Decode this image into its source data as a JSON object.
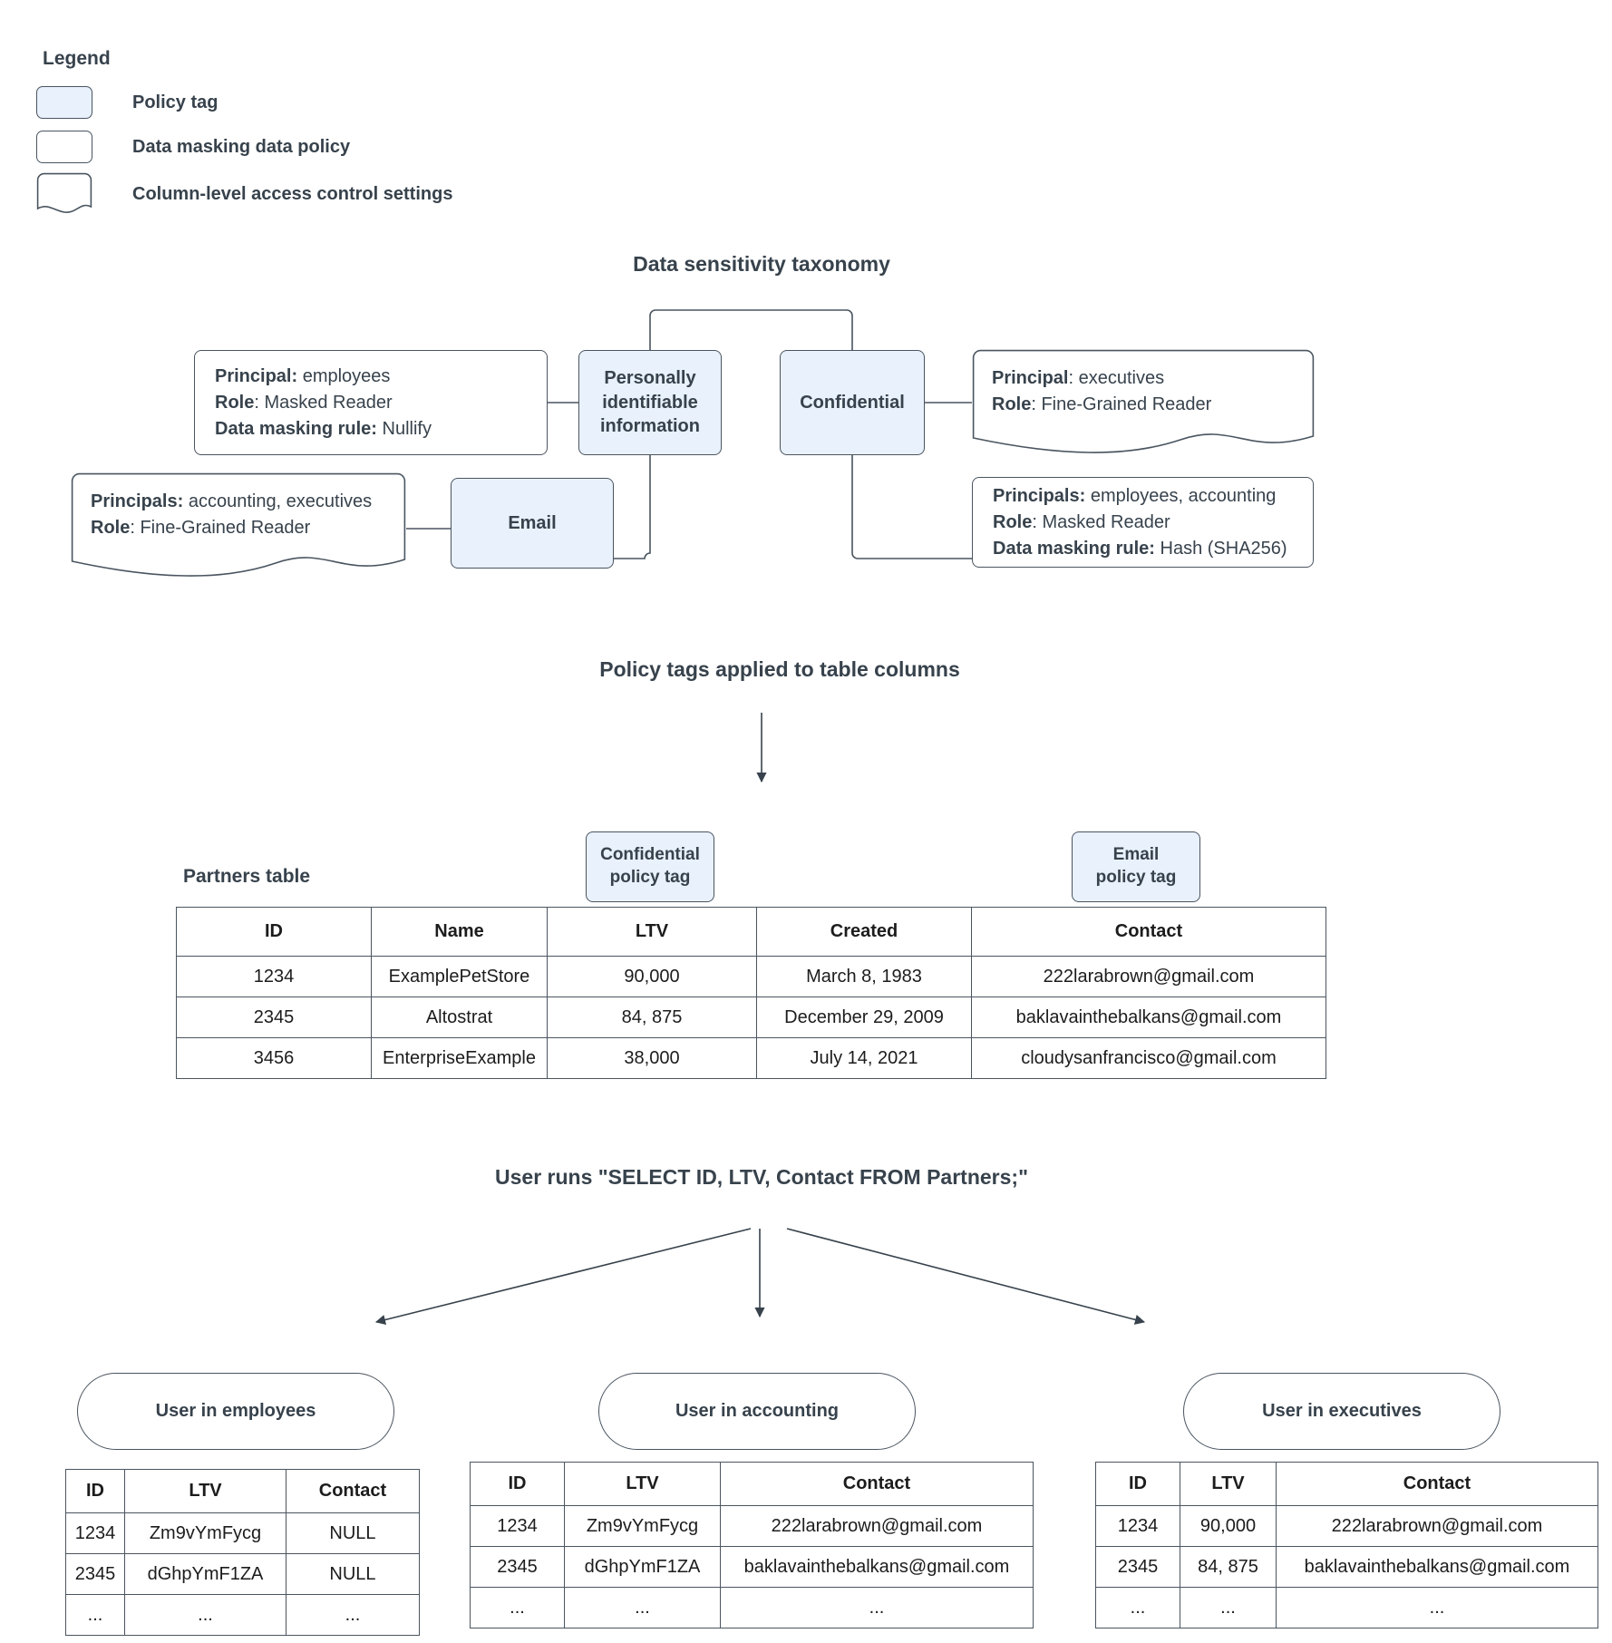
{
  "legend": {
    "title": "Legend",
    "items": [
      {
        "label": "Policy tag",
        "swatch": "policy-tag-swatch"
      },
      {
        "label": "Data masking data policy",
        "swatch": "data-masking-swatch"
      },
      {
        "label": "Column-level access control settings",
        "swatch": "column-access-swatch"
      }
    ]
  },
  "headings": {
    "taxonomy": "Data sensitivity taxonomy",
    "policy_tags": "Policy tags applied to table columns",
    "query": "User runs \"SELECT ID, LTV, Contact FROM Partners;\""
  },
  "taxonomy": {
    "nodes": {
      "pii": "Personally identifiable information",
      "confidential": "Confidential",
      "email": "Email"
    },
    "pii_masking_policy": {
      "principal_label": "Principal:",
      "principal_value": " employees",
      "role_label": "Role",
      "role_value": ": Masked Reader",
      "rule_label": "Data masking rule:",
      "rule_value": " Nullify"
    },
    "email_access_policy": {
      "principals_label": "Principals:",
      "principals_value": " accounting, executives",
      "role_label": "Role",
      "role_value": ": Fine-Grained Reader"
    },
    "confidential_access_policy": {
      "principal_label": "Principal",
      "principal_value": ": executives",
      "role_label": "Role",
      "role_value": ": Fine-Grained Reader"
    },
    "confidential_masking_policy": {
      "principals_label": "Principals:",
      "principals_value": " employees, accounting",
      "role_label": "Role",
      "role_value": ": Masked Reader",
      "rule_label": "Data masking rule:",
      "rule_value": " Hash (SHA256)"
    }
  },
  "partners": {
    "label": "Partners table",
    "badges": {
      "confidential": "Confidential\npolicy tag",
      "confidential_line1": "Confidential",
      "confidential_line2": "policy tag",
      "email_line1": "Email",
      "email_line2": "policy tag"
    },
    "columns": [
      "ID",
      "Name",
      "LTV",
      "Created",
      "Contact"
    ],
    "rows": [
      [
        "1234",
        "ExamplePetStore",
        "90,000",
        "March 8, 1983",
        "222larabrown@gmail.com"
      ],
      [
        "2345",
        "Altostrat",
        "84, 875",
        "December 29, 2009",
        "baklavainthebalkans@gmail.com"
      ],
      [
        "3456",
        "EnterpriseExample",
        "38,000",
        "July 14, 2021",
        "cloudysanfrancisco@gmail.com"
      ]
    ]
  },
  "results": [
    {
      "pill": "User in employees",
      "columns": [
        "ID",
        "LTV",
        "Contact"
      ],
      "rows": [
        [
          "1234",
          "Zm9vYmFycg",
          "NULL"
        ],
        [
          "2345",
          "dGhpYmF1ZA",
          "NULL"
        ],
        [
          "...",
          "...",
          "..."
        ]
      ]
    },
    {
      "pill": "User in accounting",
      "columns": [
        "ID",
        "LTV",
        "Contact"
      ],
      "rows": [
        [
          "1234",
          "Zm9vYmFycg",
          "222larabrown@gmail.com"
        ],
        [
          "2345",
          "dGhpYmF1ZA",
          "baklavainthebalkans@gmail.com"
        ],
        [
          "...",
          "...",
          "..."
        ]
      ]
    },
    {
      "pill": "User in executives",
      "columns": [
        "ID",
        "LTV",
        "Contact"
      ],
      "rows": [
        [
          "1234",
          "90,000",
          "222larabrown@gmail.com"
        ],
        [
          "2345",
          "84, 875",
          "baklavainthebalkans@gmail.com"
        ],
        [
          "...",
          "...",
          "..."
        ]
      ]
    }
  ],
  "colors": {
    "policy_tag_fill": "#e8f1fc",
    "stroke": "#4a5560",
    "text": "#37424c"
  }
}
